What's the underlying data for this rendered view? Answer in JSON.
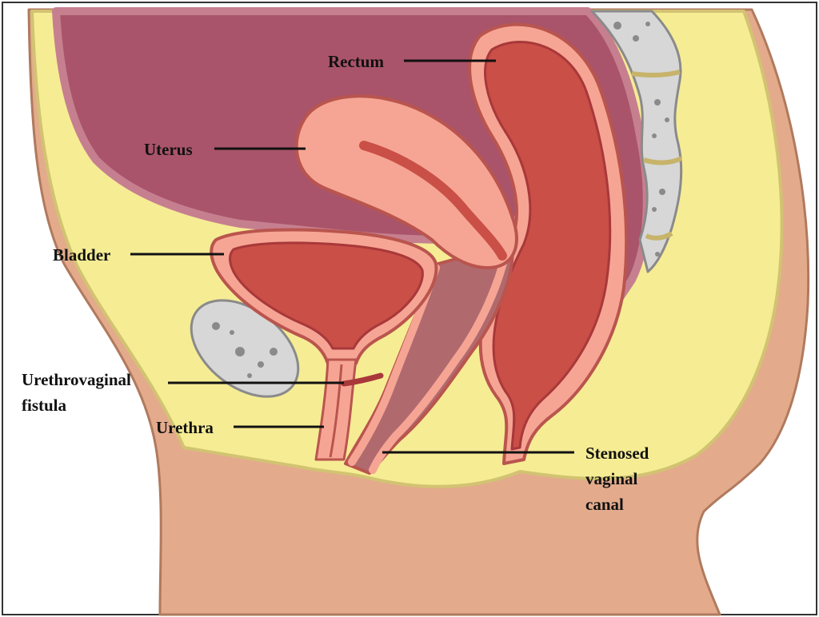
{
  "diagram": {
    "labels": {
      "rectum": "Rectum",
      "uterus": "Uterus",
      "bladder": "Bladder",
      "fistula_line1": "Urethrovaginal",
      "fistula_line2": "fistula",
      "urethra": "Urethra",
      "stenosed_line1": "Stenosed",
      "stenosed_line2": "vaginal",
      "stenosed_line3": "canal"
    },
    "colors": {
      "background": "#ffffff",
      "frame": "#333333",
      "body_skin": "#e3ab8c",
      "body_outline": "#b07a5e",
      "fat_yellow": "#f6ec94",
      "fat_outline": "#d2c372",
      "peritoneum_mauve": "#a9546a",
      "peritoneum_light": "#c67f8f",
      "organ_pink": "#f6a594",
      "organ_outline": "#b9554e",
      "organ_lumen_red": "#c94f47",
      "organ_dark_red": "#a8383a",
      "vagina_mauve": "#b06a6e",
      "bone_grey": "#d7d7d7",
      "bone_outline": "#8a8a8a",
      "disc_tan": "#c7b46a",
      "label_text": "#111111"
    }
  }
}
